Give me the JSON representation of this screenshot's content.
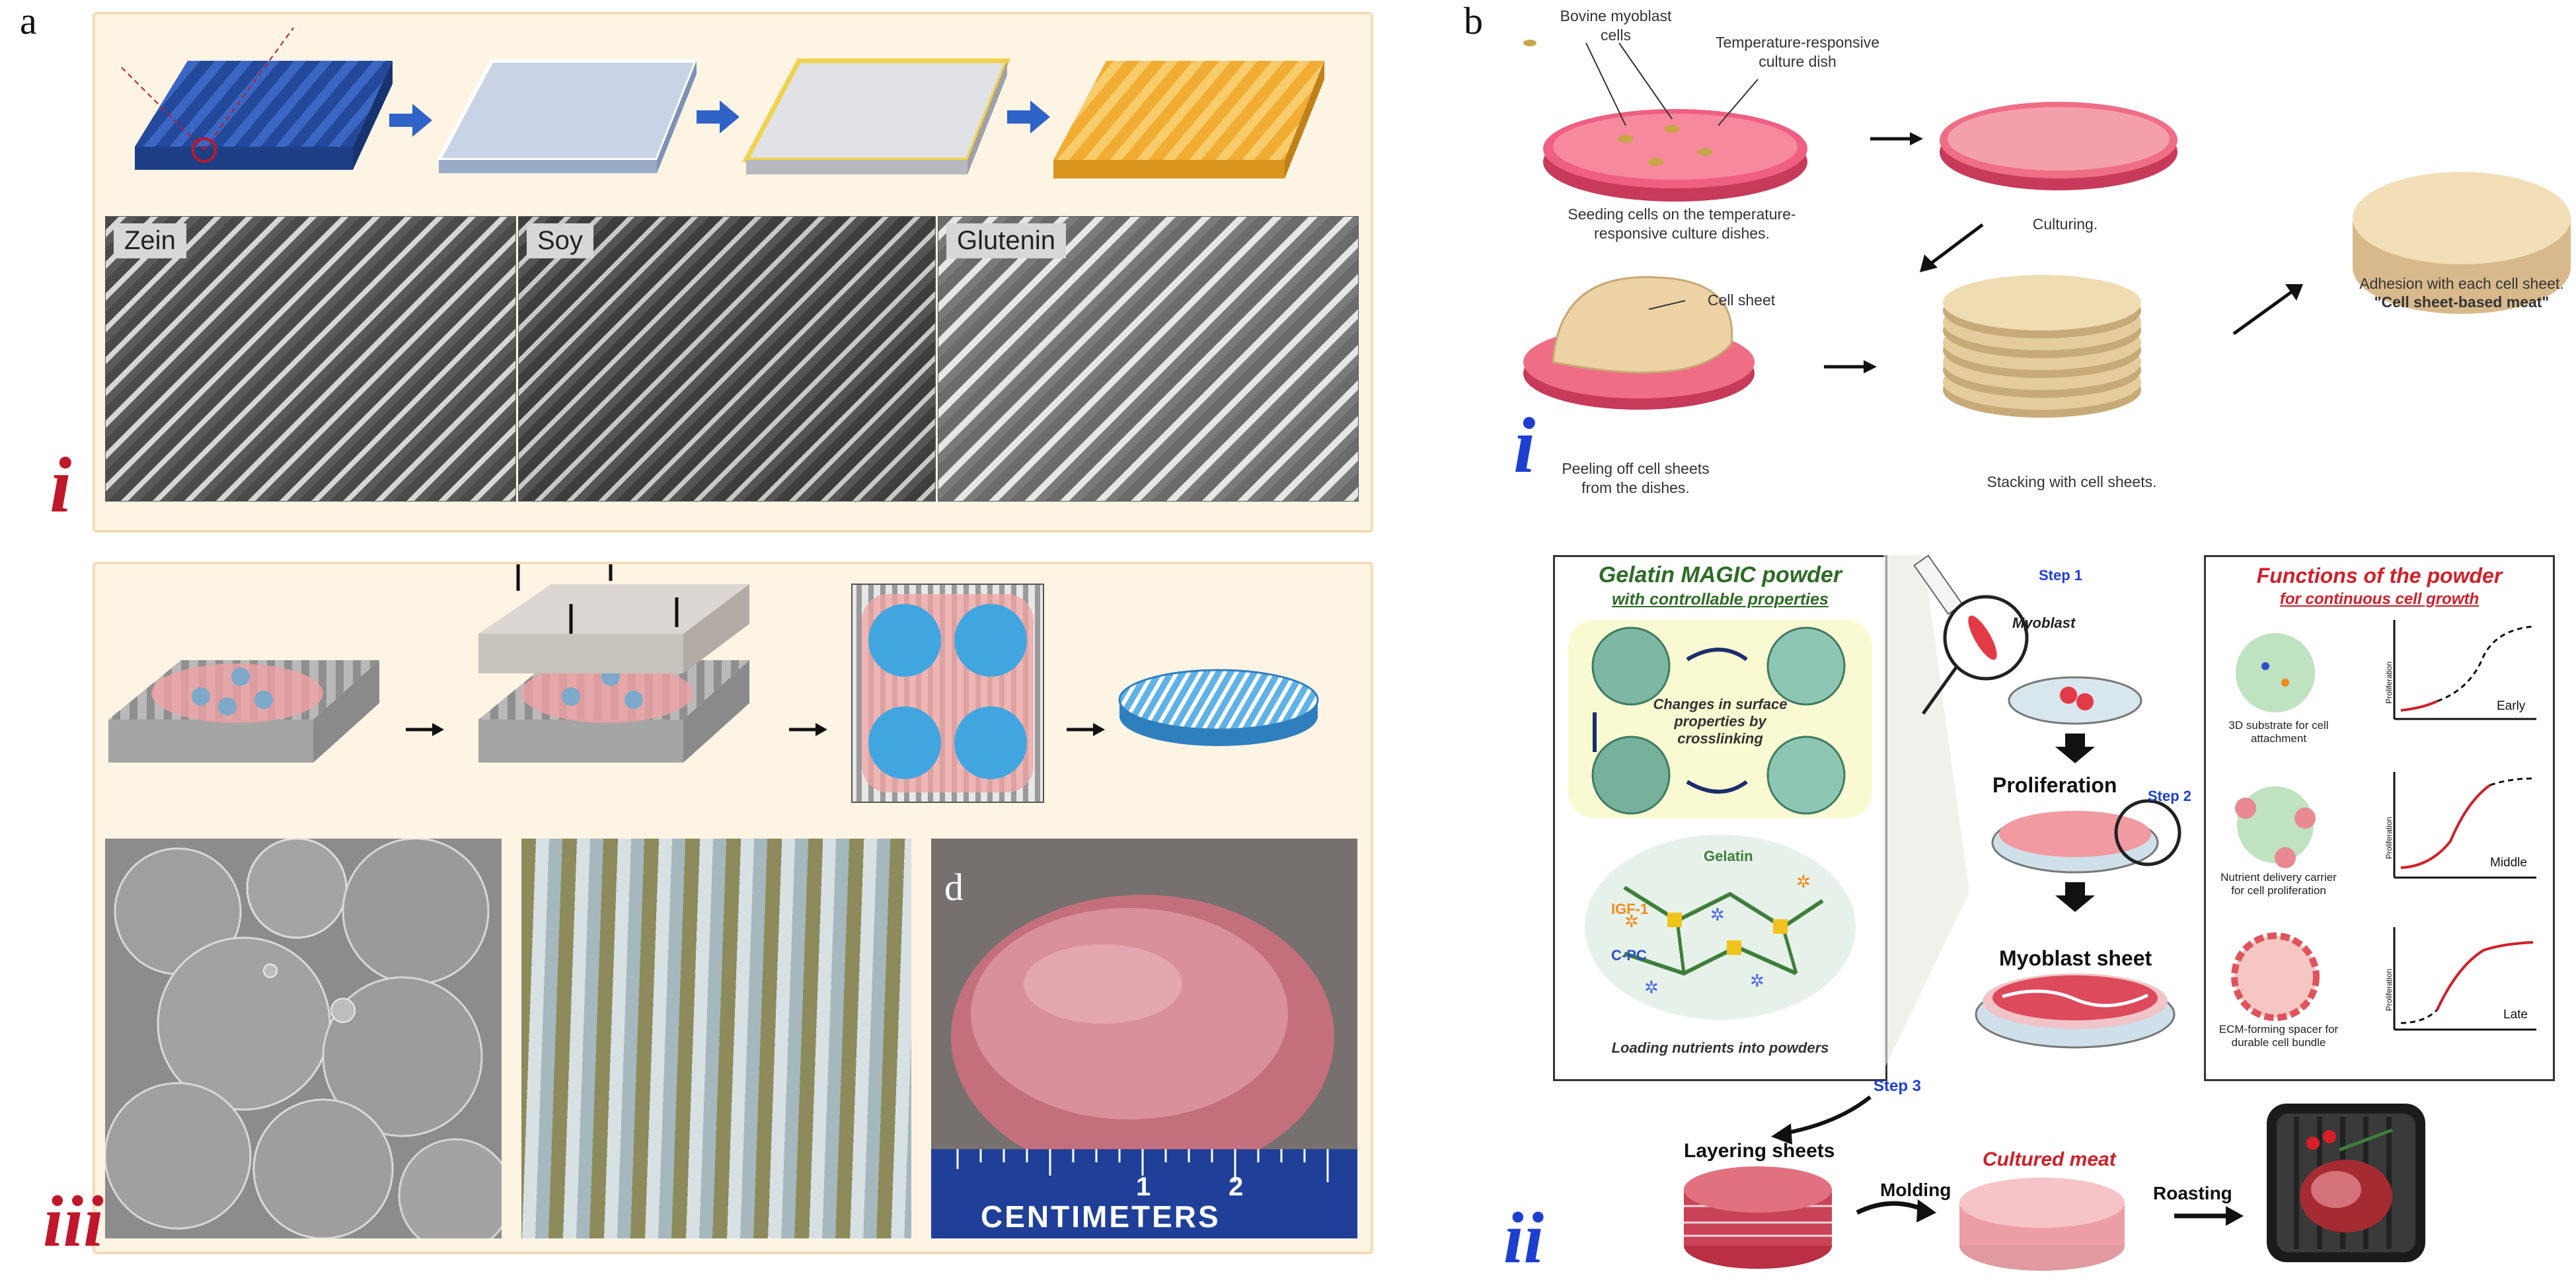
{
  "panels": {
    "a": "a",
    "b": "b",
    "d": "d",
    "i_a": "i",
    "iii": "iii",
    "i_b": "i",
    "ii": "ii"
  },
  "sem_labels": [
    "Zein",
    "Soy",
    "Glutenin"
  ],
  "ruler": {
    "numbers": [
      "1",
      "2"
    ],
    "unit": "CENTIMETERS"
  },
  "bi": {
    "bovine": "Bovine myoblast cells",
    "dish": "Temperature-responsive culture dish",
    "seeding": "Seeding cells on the temperature-responsive culture dishes.",
    "culturing": "Culturing.",
    "cell_sheet": "Cell sheet",
    "adhesion": "Adhesion with each cell sheet.",
    "meat": "\"Cell sheet-based meat\"",
    "peeling": "Peeling off cell sheets from the dishes.",
    "stacking": "Stacking with cell sheets."
  },
  "bii": {
    "gelatin_title": "Gelatin MAGIC powder",
    "gelatin_sub": "with controllable properties",
    "changes": "Changes in surface properties by crosslinking",
    "gelatin": "Gelatin",
    "igf": "IGF-1",
    "cpc": "C-PC",
    "loading": "Loading nutrients into powders",
    "step1": "Step 1",
    "myoblast": "Myoblast",
    "proliferation": "Proliferation",
    "step2": "Step 2",
    "myoblast_sheet": "Myoblast sheet",
    "step3": "Step 3",
    "layering": "Layering sheets",
    "molding": "Molding",
    "cultured": "Cultured meat",
    "roasting": "Roasting",
    "functions_title": "Functions of the powder",
    "functions_sub": "for continuous cell growth",
    "f1": "3D substrate for cell attachment",
    "f2": "Nutrient delivery carrier for cell proliferation",
    "f3": "ECM-forming spacer for durable cell bundle",
    "early": "Early",
    "middle": "Middle",
    "late": "Late",
    "prolif_axis": "Proliferation"
  },
  "colors": {
    "blue": "#2b55a8",
    "gold": "#f3b64a",
    "pink": "#e8557a",
    "red": "#d0202a",
    "roman": "#c0182a",
    "roman_blue": "#1d3fd0"
  }
}
